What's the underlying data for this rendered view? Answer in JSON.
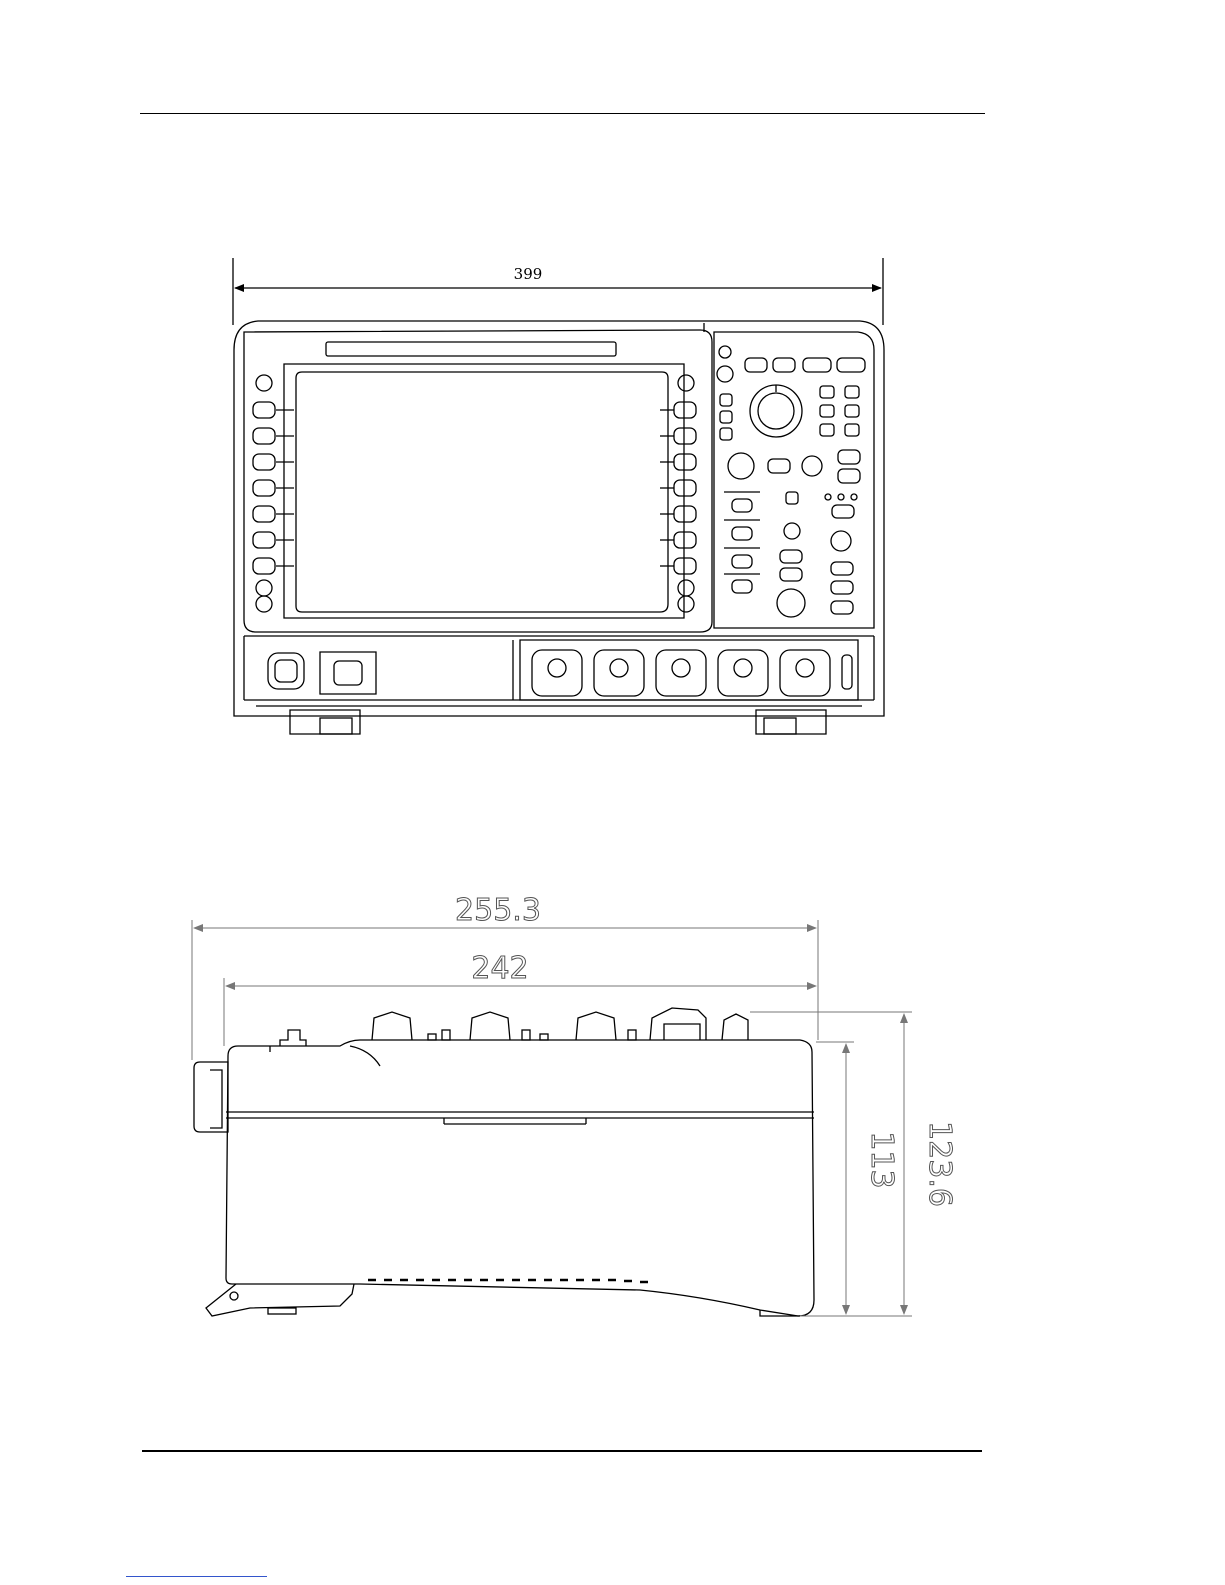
{
  "front_view": {
    "width_dimension": "399"
  },
  "side_view": {
    "depth_overall_dimension": "255.3",
    "depth_body_dimension": "242",
    "height_body_dimension": "113",
    "height_overall_dimension": "123.6"
  },
  "colors": {
    "line": "#000000",
    "footer_link": "#3355cc"
  }
}
